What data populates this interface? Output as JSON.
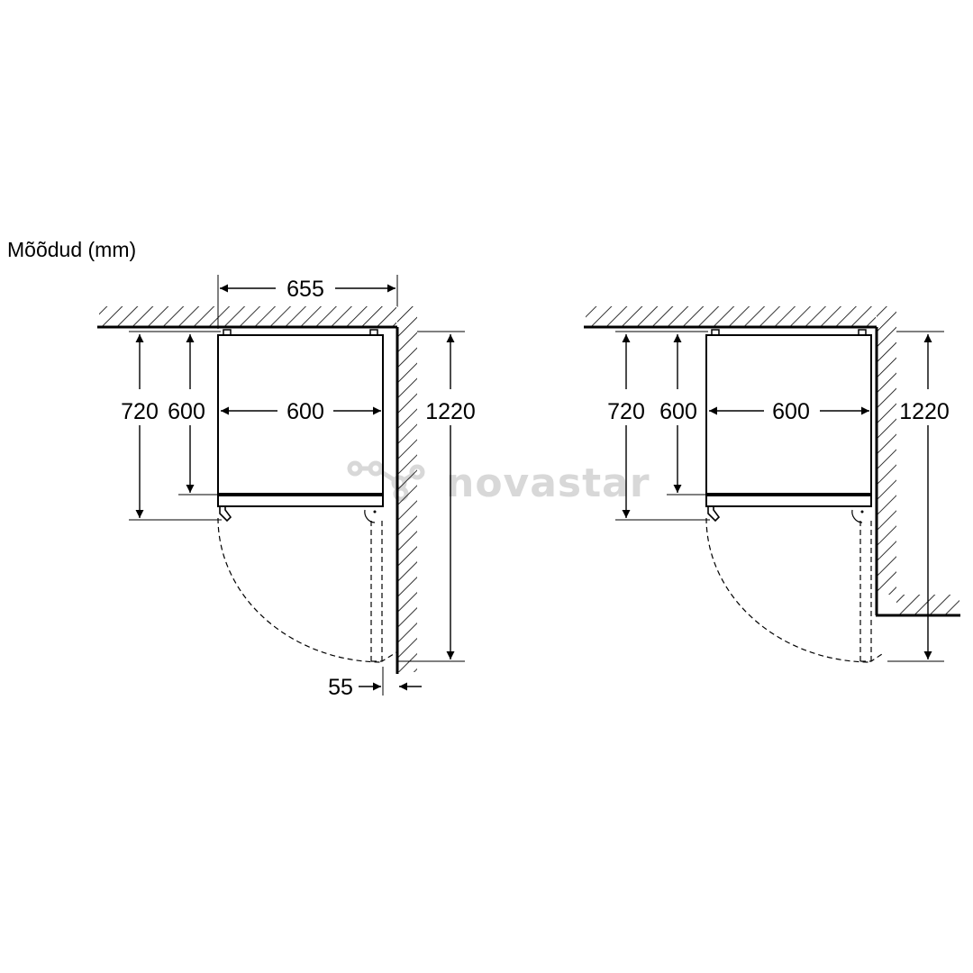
{
  "title": "Mõõdud (mm)",
  "watermark": "novastar",
  "colors": {
    "line": "#000000",
    "watermark": "#d4d4d4",
    "background": "#ffffff"
  },
  "diagrams": [
    {
      "id": "left",
      "labels": {
        "total_width": "655",
        "inner_width": "600",
        "depth_outer": "720",
        "depth_inner": "600",
        "open_depth": "1220",
        "side_gap": "55"
      }
    },
    {
      "id": "right",
      "labels": {
        "inner_width": "600",
        "depth_outer": "720",
        "depth_inner": "600",
        "open_depth": "1220"
      }
    }
  ]
}
